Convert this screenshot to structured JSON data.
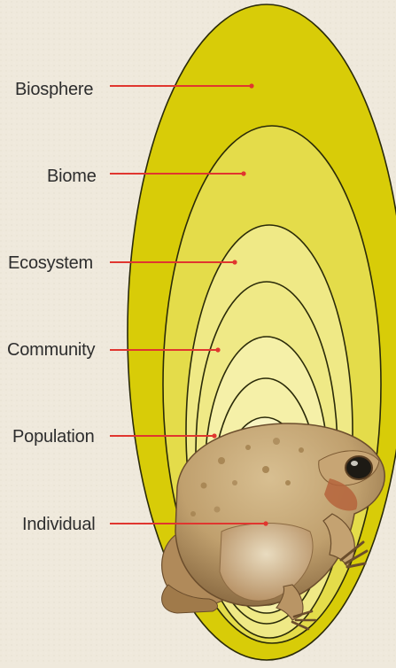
{
  "diagram": {
    "levels": [
      {
        "id": "biosphere",
        "label": "Biosphere",
        "fill": "#d8cc08"
      },
      {
        "id": "biome",
        "label": "Biome",
        "fill": "#e4dc4a"
      },
      {
        "id": "ecosystem",
        "label": "Ecosystem",
        "fill": "#efe986"
      },
      {
        "id": "community",
        "label": "Community",
        "fill": "#f5f0a8"
      },
      {
        "id": "population",
        "label": "Population",
        "fill": "#f8f4c2"
      },
      {
        "id": "individual",
        "label": "Individual",
        "fill": "#fcfbe6"
      }
    ],
    "colors": {
      "background": "#efe9dc",
      "pointer": "#e0362f",
      "outline": "#2a2a08",
      "ring_outer": "#d8cc08",
      "ring_inner": "#fcfbe6"
    },
    "image": {
      "subject": "toad-icon"
    }
  }
}
